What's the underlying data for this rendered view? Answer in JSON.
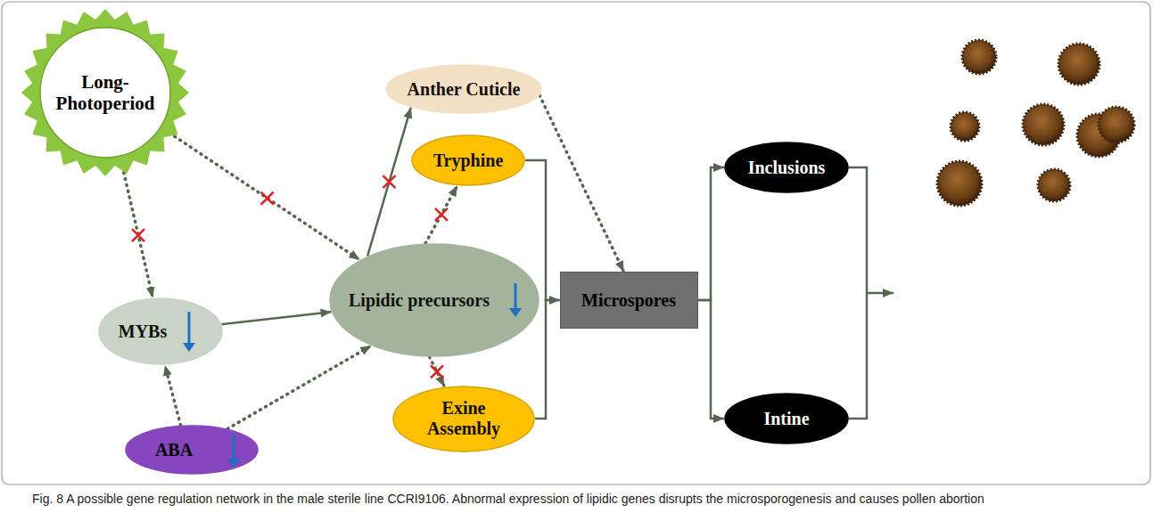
{
  "diagram": {
    "caption": "Fig. 8 A possible gene regulation network in the male sterile line CCRI9106. Abnormal expression of lipidic genes disrupts the microsporogenesis and causes pollen abortion",
    "nodes": [
      {
        "text": [
          "Long- Photoperiod"
        ]
      },
      {
        "text": [
          "Anther Cuticle"
        ]
      },
      {
        "text": [
          "Tryphine"
        ]
      },
      {
        "text": [
          "Inclusions"
        ]
      },
      {
        "text": [
          "MYBs"
        ]
      },
      {
        "text": [
          "Lipidic precursors"
        ]
      },
      {
        "text": [
          "Microspores"
        ]
      },
      {
        "text": [
          "Exine Assembly"
        ]
      },
      {
        "text": [
          "Intine"
        ]
      },
      {
        "text": [
          "ABA"
        ]
      }
    ],
    "edges": [
      {
        "from": 0,
        "to": 4,
        "arrow": "to"
      },
      {
        "from": 0,
        "to": 5,
        "arrow": "to"
      },
      {
        "from": 4,
        "to": 5,
        "arrow": "to"
      },
      {
        "from": 9,
        "to": 4,
        "arrow": "to"
      },
      {
        "from": 9,
        "to": 5,
        "arrow": "to"
      },
      {
        "from": 5,
        "to": 1,
        "arrow": "to"
      },
      {
        "from": 5,
        "to": 2,
        "arrow": "to"
      },
      {
        "from": 5,
        "to": 7,
        "arrow": "to"
      },
      {
        "from": 1,
        "to": 6,
        "arrow": "to"
      },
      {
        "from": 2,
        "to": 6,
        "arrow": "to"
      },
      {
        "from": 7,
        "to": 6,
        "arrow": "to"
      },
      {
        "from": 6,
        "to": 3,
        "arrow": "to"
      },
      {
        "from": 6,
        "to": 8,
        "arrow": "to"
      }
    ]
  }
}
